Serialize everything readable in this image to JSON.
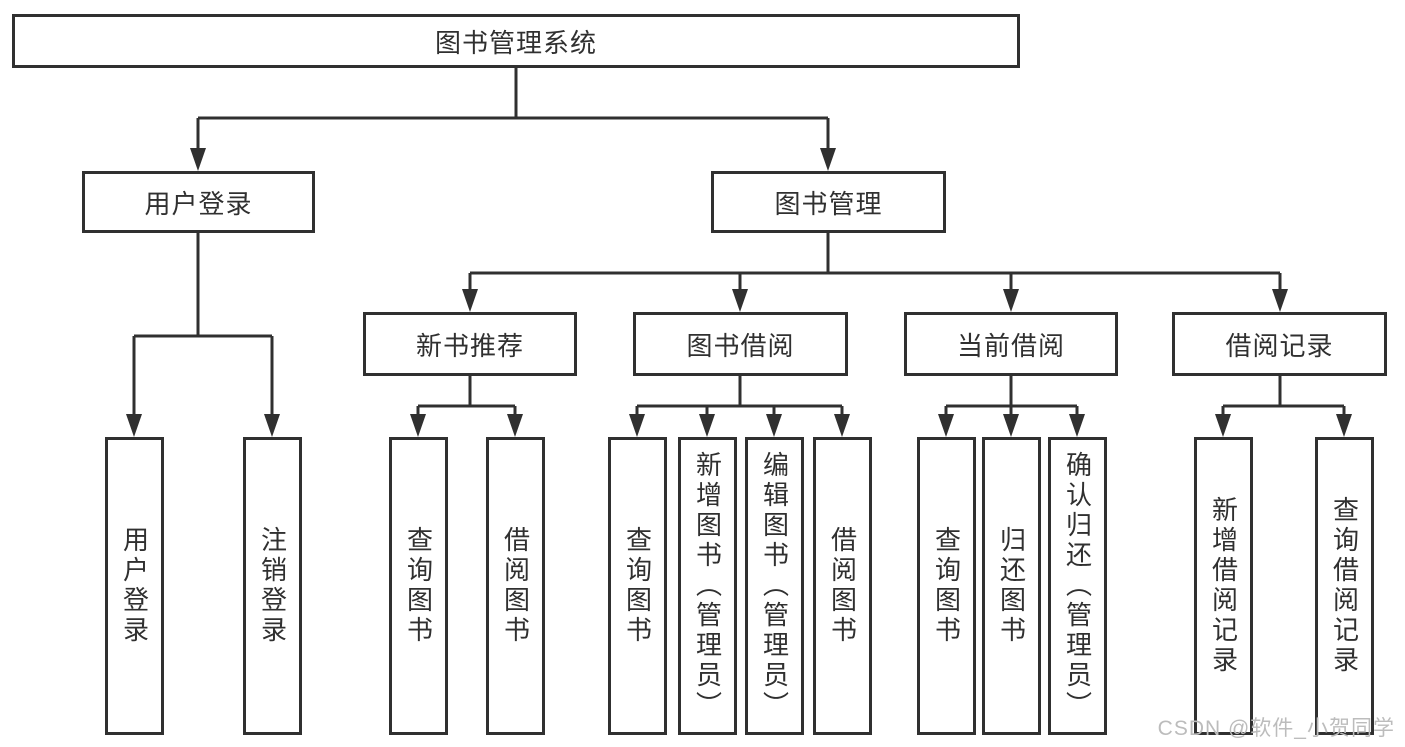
{
  "diagram": {
    "root": {
      "label": "图书管理系统"
    },
    "branches": [
      {
        "label": "用户登录",
        "children": [
          {
            "label": "用户登录"
          },
          {
            "label": "注销登录"
          }
        ]
      },
      {
        "label": "图书管理",
        "children": [
          {
            "label": "新书推荐",
            "children": [
              {
                "label": "查询图书"
              },
              {
                "label": "借阅图书"
              }
            ]
          },
          {
            "label": "图书借阅",
            "children": [
              {
                "label": "查询图书"
              },
              {
                "label": "新增图书（管理员）"
              },
              {
                "label": "编辑图书（管理员）"
              },
              {
                "label": "借阅图书"
              }
            ]
          },
          {
            "label": "当前借阅",
            "children": [
              {
                "label": "查询图书"
              },
              {
                "label": "归还图书"
              },
              {
                "label": "确认归还（管理员）"
              }
            ]
          },
          {
            "label": "借阅记录",
            "children": [
              {
                "label": "新增借阅记录"
              },
              {
                "label": "查询借阅记录"
              }
            ]
          }
        ]
      }
    ]
  },
  "watermark": {
    "text": "CSDN @软件_小贺同学"
  },
  "colors": {
    "line": "#303030",
    "text": "#303030",
    "watermark": "#bcbcbc",
    "background": "#ffffff"
  }
}
